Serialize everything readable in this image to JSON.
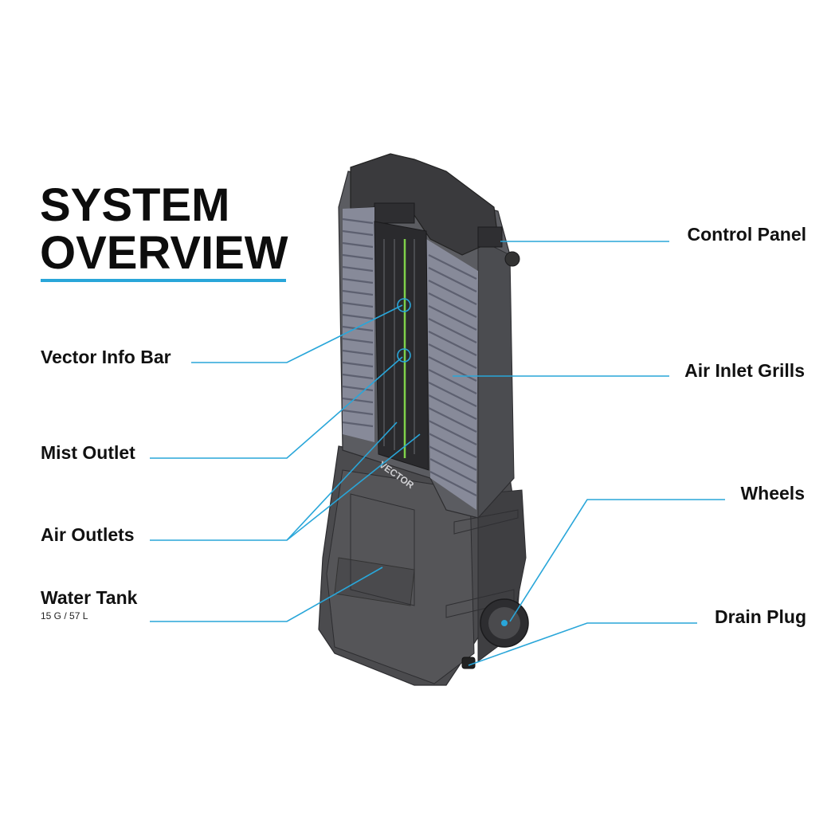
{
  "title": {
    "line1": "SYSTEM",
    "line2": "OVERVIEW"
  },
  "colors": {
    "accent": "#29a6d9",
    "body_dark": "#4a4a4d",
    "body_mid": "#5c5d61",
    "grill": "#8a8d9c",
    "mist_green": "#7fd14a"
  },
  "product": {
    "brand_mark": "VECTOR"
  },
  "callouts": {
    "vector_info_bar": "Vector Info Bar",
    "mist_outlet": "Mist Outlet",
    "air_outlets": "Air Outlets",
    "water_tank": "Water Tank",
    "water_tank_capacity": "15 G / 57  L",
    "control_panel": "Control Panel",
    "air_inlet_grills": "Air Inlet Grills",
    "wheels": "Wheels",
    "drain_plug": "Drain Plug"
  }
}
